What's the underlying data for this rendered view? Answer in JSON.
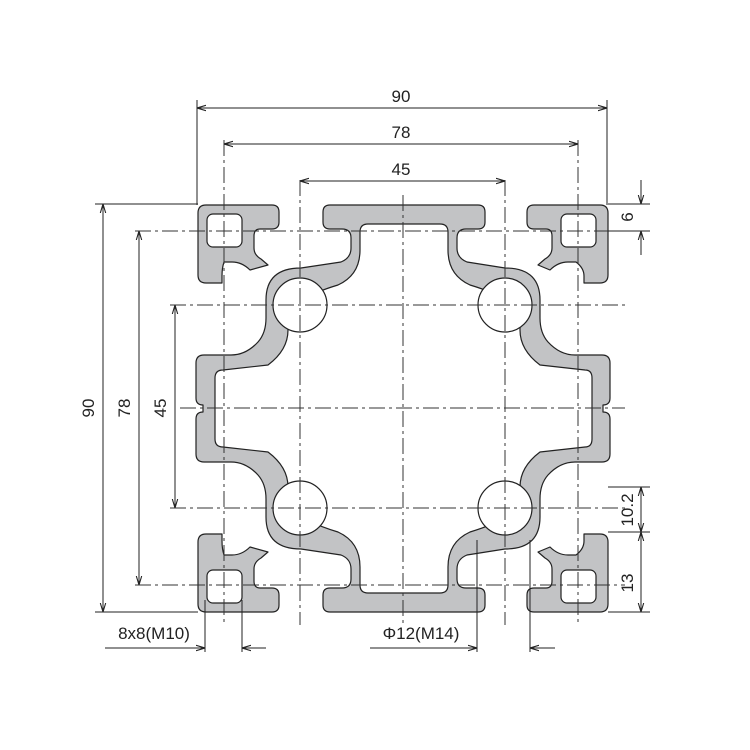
{
  "drawing": {
    "dimensions": {
      "width_overall": "90",
      "width_slot_centers": "78",
      "width_hole_centers": "45",
      "height_overall": "90",
      "height_slot_centers": "78",
      "height_hole_centers": "45",
      "slot_depth": "6",
      "hole_offset": "10.2",
      "corner_offset": "13",
      "square_hole": "8x8(M10)",
      "round_hole": "Φ12(M14)"
    },
    "colors": {
      "profile_fill": "#c2c3c5",
      "line": "#222222",
      "background": "#ffffff"
    }
  }
}
